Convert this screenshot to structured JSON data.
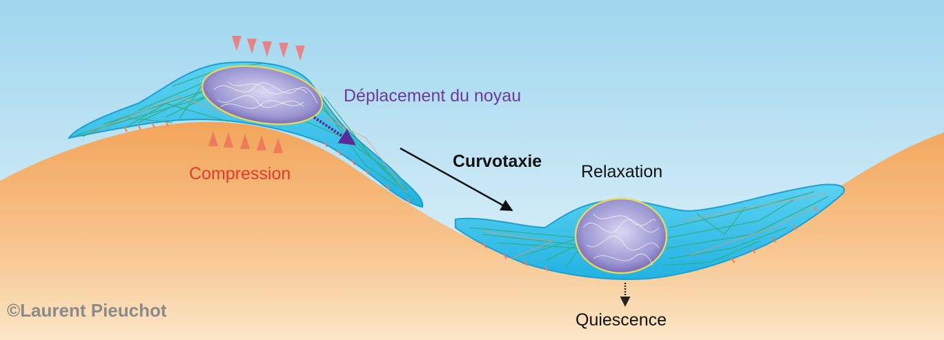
{
  "diagram": {
    "labels": {
      "nuclear_displacement": "Déplacement du noyau",
      "compression": "Compression",
      "curvotaxis": "Curvotaxie",
      "relaxation": "Relaxation",
      "quiescence": "Quiescence"
    },
    "credit": "©Laurent Pieuchot",
    "colors": {
      "sky_top": "#9fd6ee",
      "sky_bottom": "#e9f6fb",
      "substrate_top": "#f2a55a",
      "substrate_bottom": "#fbe6c6",
      "cell_fill": "#38c4ea",
      "cell_edge": "#1d9fcf",
      "nucleus_fill": "#8a86c6",
      "nucleus_edge": "#e6d85c",
      "actin_green": "#2fae7a",
      "compression_arrow": "#f07a5c",
      "displacement_arrow": "#5a2a96",
      "label_purple": "#6d3a9c",
      "label_red": "#e23a2c",
      "label_black": "#111111",
      "credit_gray": "#8a8a8a"
    }
  }
}
